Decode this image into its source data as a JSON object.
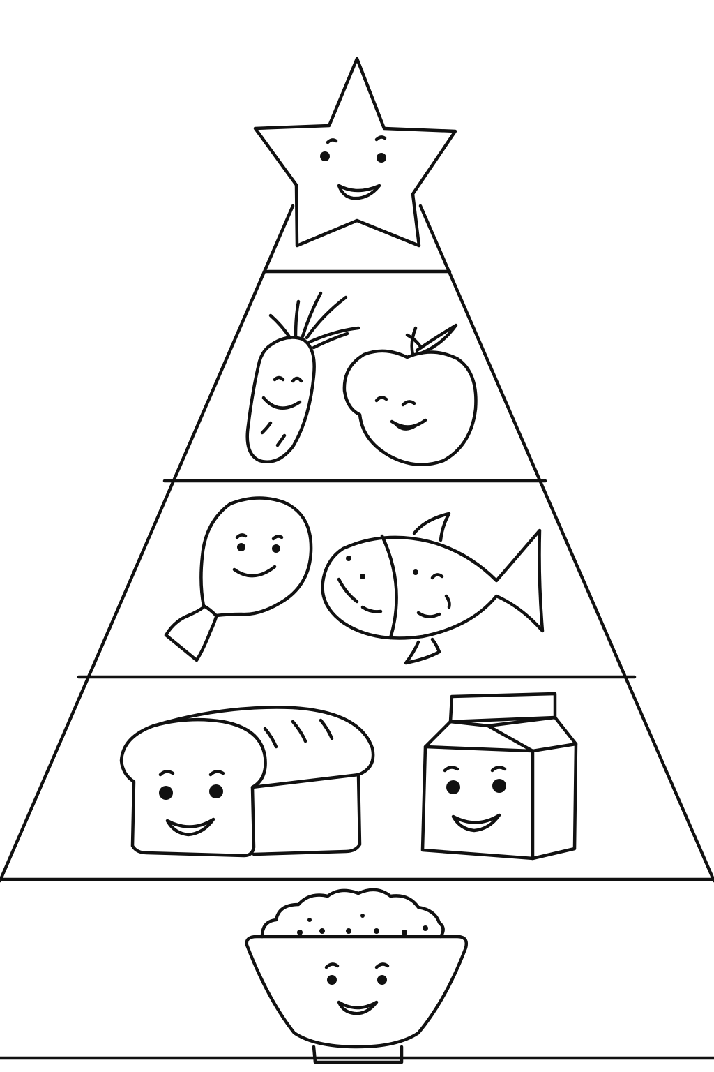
{
  "colors": {
    "ink": "#111111",
    "paper": "#ffffff"
  },
  "figure": {
    "type": "food-pyramid-coloring-page",
    "tiers": [
      {
        "level": 1,
        "items": [
          "star"
        ]
      },
      {
        "level": 2,
        "items": [
          "carrot",
          "apple"
        ]
      },
      {
        "level": 3,
        "items": [
          "chicken-drumstick",
          "fish"
        ]
      },
      {
        "level": 4,
        "items": [
          "bread-loaf",
          "milk-carton"
        ]
      },
      {
        "level": 5,
        "items": [
          "rice-bowl"
        ]
      }
    ]
  }
}
